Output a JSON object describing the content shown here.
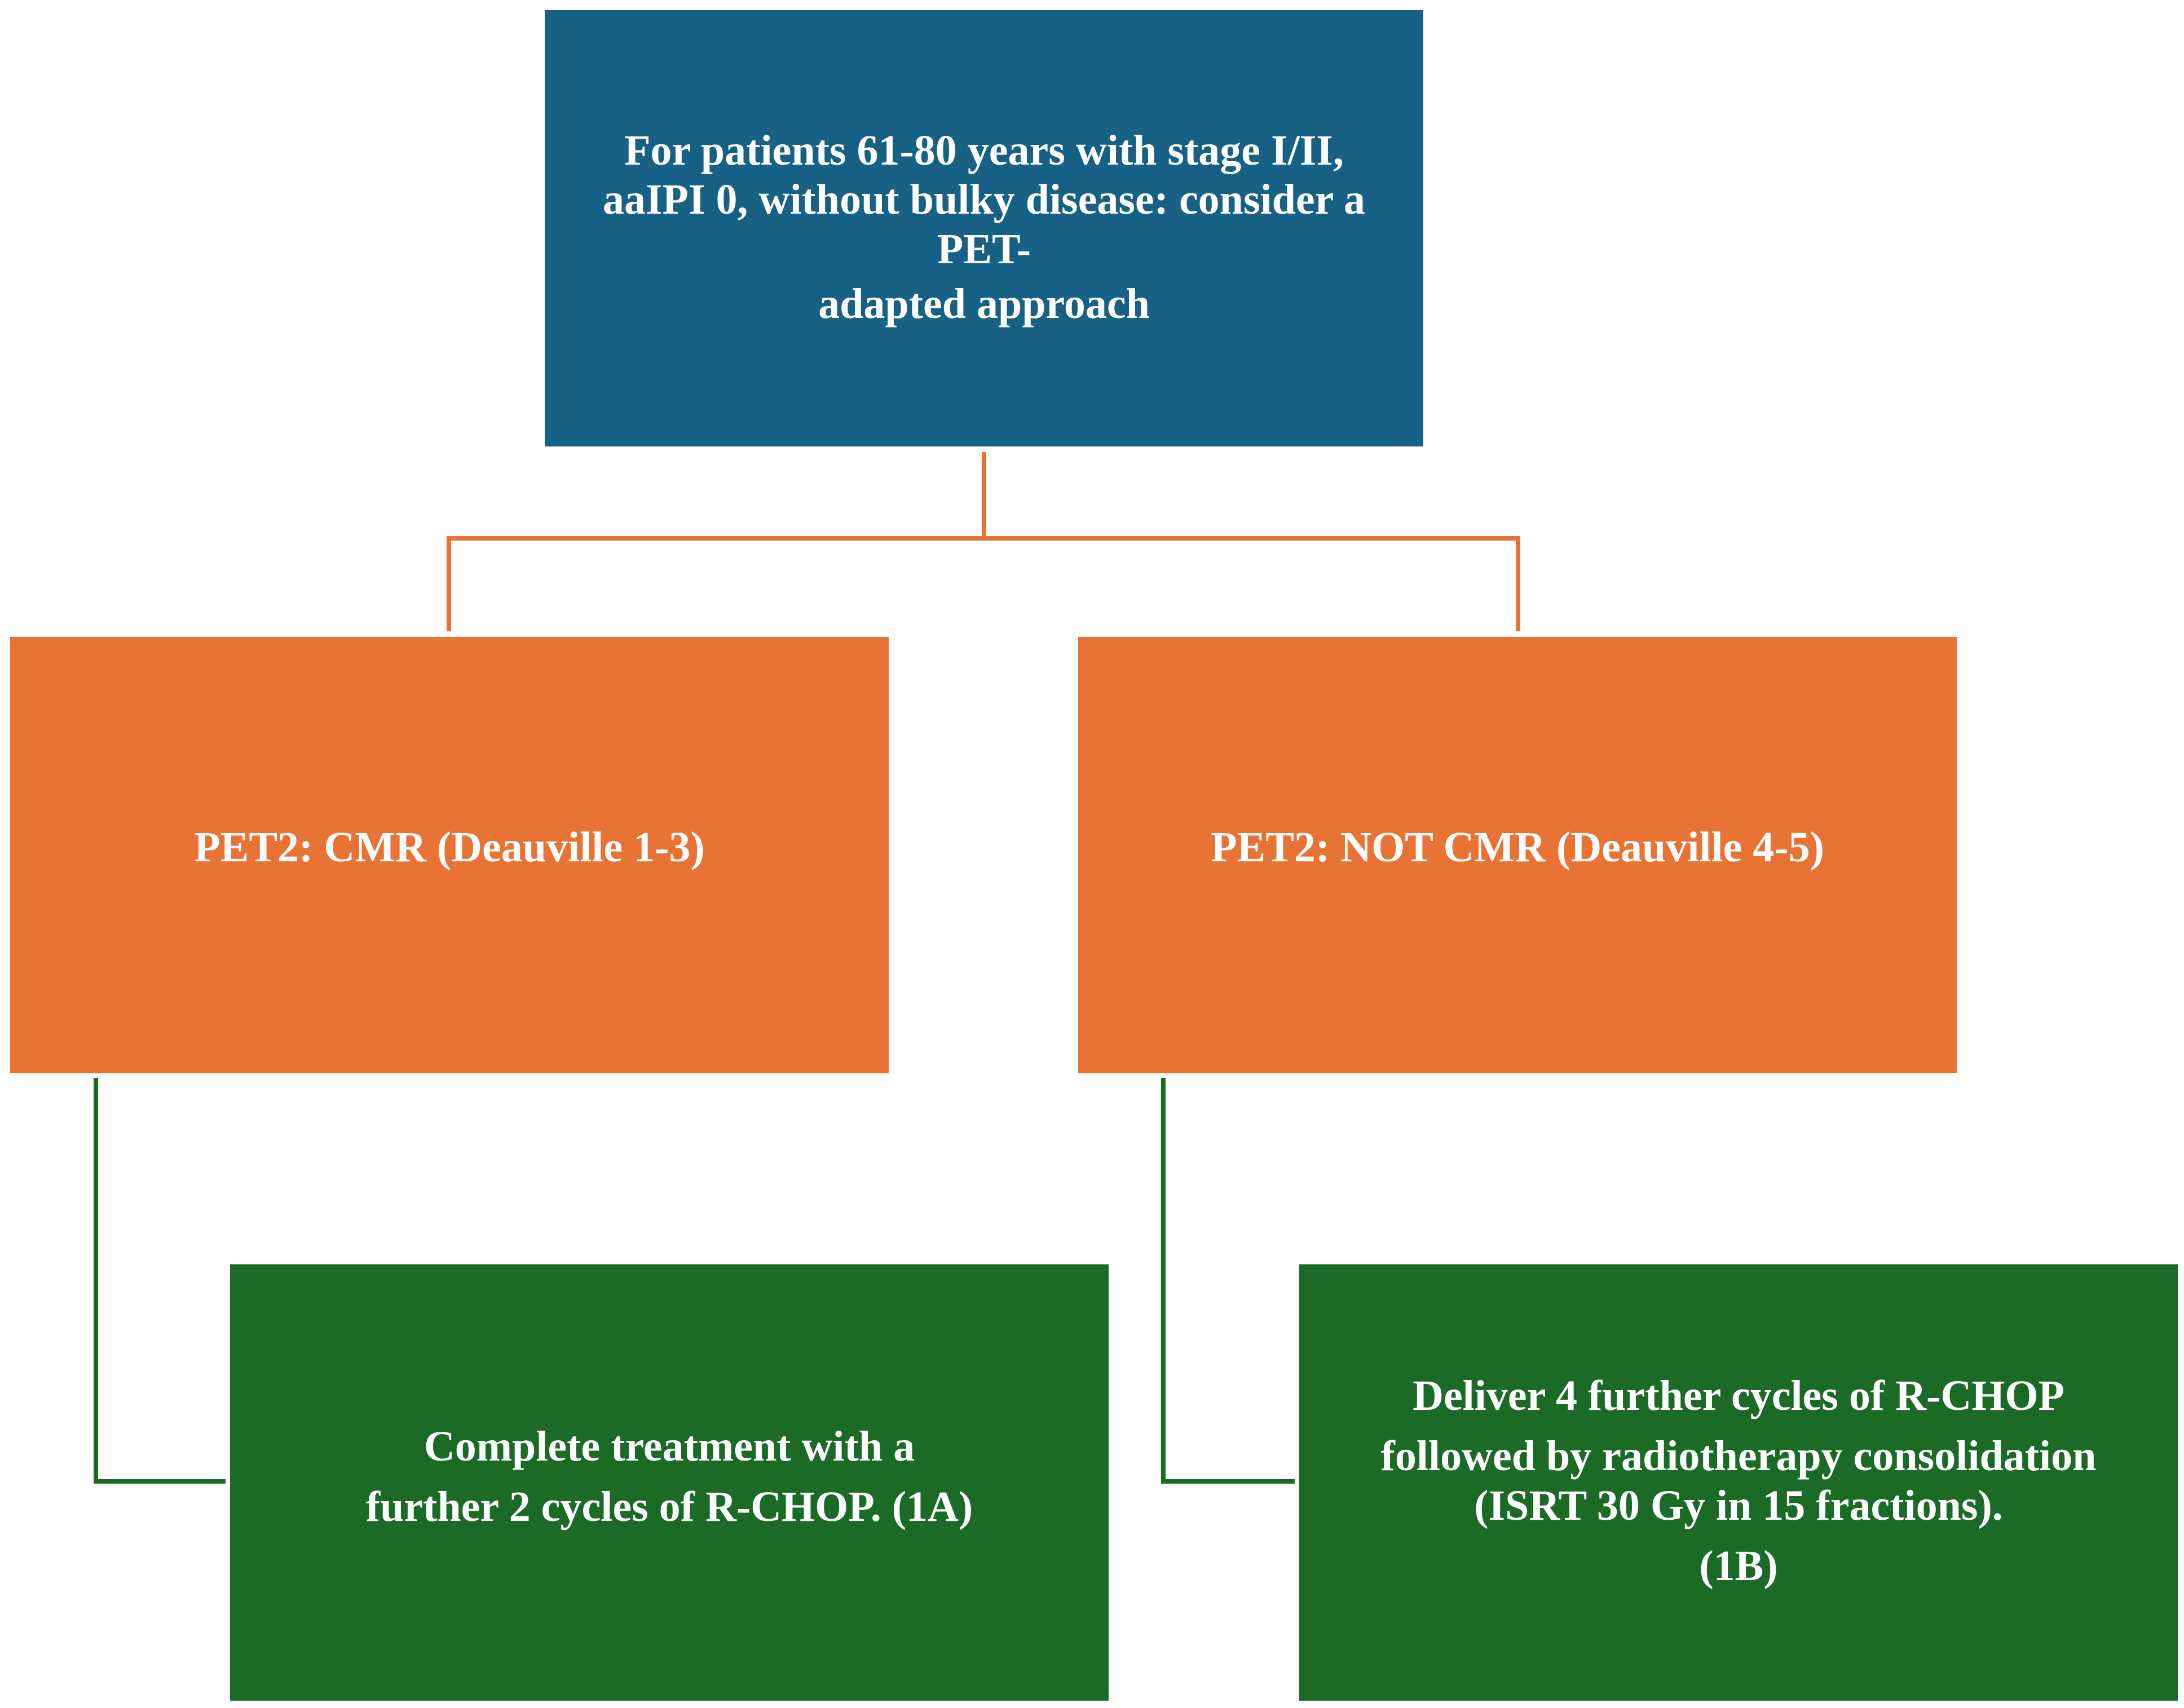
{
  "colors": {
    "blue": "#176184",
    "orange": "#E87335",
    "green": "#1B6B27",
    "text": "#FFFFFF"
  },
  "root": {
    "lines": [
      "For patients 61-80 years with stage I/II,",
      "aaIPI 0, without bulky disease: consider a",
      "PET-",
      "adapted approach"
    ]
  },
  "branches": [
    {
      "label": "PET2: CMR (Deauville 1-3)",
      "outcome": {
        "lines": [
          "Complete treatment with a",
          "further 2 cycles of R-CHOP. (1A)"
        ]
      }
    },
    {
      "label": "PET2: NOT CMR (Deauville 4-5)",
      "outcome": {
        "lines": [
          "Deliver 4 further cycles of R-CHOP",
          "followed by radiotherapy consolidation",
          "(ISRT 30 Gy in 15 fractions).",
          "(1B)"
        ]
      }
    }
  ]
}
